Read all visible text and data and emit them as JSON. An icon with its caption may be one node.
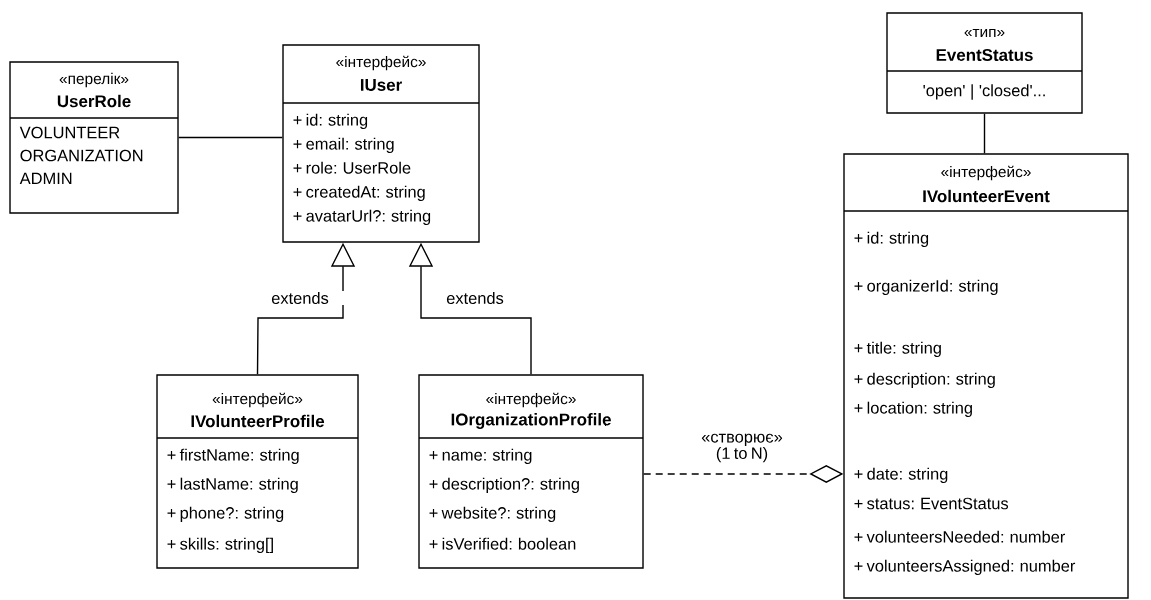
{
  "diagram": {
    "nodes": [
      {
        "text": [
          "«перелік»",
          "UserRole",
          "VOLUNTEER",
          "ORGANIZATION",
          "ADMIN"
        ]
      },
      {
        "text": [
          "«інтерфейс»",
          "IUser",
          "+ id: string",
          "+ email: string",
          "+ role: UserRole",
          "+ createdAt: string",
          "+ avatarUrl?: string"
        ]
      },
      {
        "text": [
          "«тип»",
          "EventStatus",
          "'open' | 'closed'..."
        ]
      },
      {
        "text": [
          "«інтерфейс»",
          "IVolunteerEvent",
          "+ id: string",
          "+ organizerId: string",
          "+ title: string",
          "+ description: string",
          "+ location: string",
          "+ date: string",
          "+ status: EventStatus",
          "+ volunteersNeeded: number",
          "+ volunteersAssigned: number"
        ]
      },
      {
        "text": [
          "«інтерфейс»",
          "IVolunteerProfile",
          "+ firstName: string",
          "+ lastName: string",
          "+ phone?: string",
          "+ skills: string[]"
        ]
      },
      {
        "text": [
          "«інтерфейс»",
          "IOrganizationProfile",
          "+ name: string",
          "+ description?: string",
          "+ website?: string",
          "+ isVerified: boolean"
        ]
      }
    ],
    "edges": [
      {
        "from": 0,
        "to": 1,
        "arrow": "none"
      },
      {
        "from": 4,
        "to": 1,
        "arrow": "to",
        "label": "extends"
      },
      {
        "from": 5,
        "to": 1,
        "arrow": "to",
        "label": "extends"
      },
      {
        "from": 2,
        "to": 3,
        "arrow": "none"
      },
      {
        "from": 5,
        "to": 3,
        "arrow": "other",
        "style": "dashed",
        "label": "«створює» (1 to N)"
      }
    ]
  }
}
